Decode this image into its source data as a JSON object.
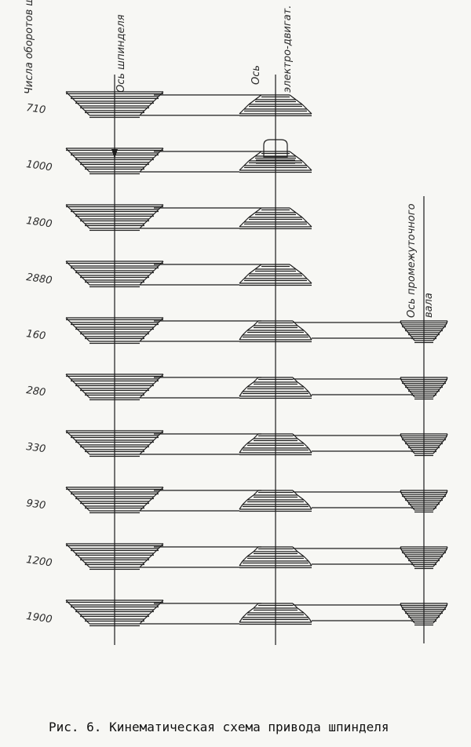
{
  "header": {
    "speeds_column_title": "Числа оборотов шпинделя",
    "spindle_axis_label": "Ось шпинделя",
    "motor_axis_label_1": "Ось",
    "motor_axis_label_2": "электро-двигат.",
    "intermediate_axis_label_1": "Ось промежуточного",
    "intermediate_axis_label_2": "вала"
  },
  "stages": [
    {
      "speed": "710",
      "has_intermediate": false
    },
    {
      "speed": "1000",
      "has_intermediate": false
    },
    {
      "speed": "1800",
      "has_intermediate": false
    },
    {
      "speed": "2880",
      "has_intermediate": false
    },
    {
      "speed": "160",
      "has_intermediate": true
    },
    {
      "speed": "280",
      "has_intermediate": true
    },
    {
      "speed": "330",
      "has_intermediate": true
    },
    {
      "speed": "930",
      "has_intermediate": true
    },
    {
      "speed": "1200",
      "has_intermediate": true
    },
    {
      "speed": "1900",
      "has_intermediate": true
    }
  ],
  "caption": "Рис. 6. Кинематическая схема привода шпинделя"
}
